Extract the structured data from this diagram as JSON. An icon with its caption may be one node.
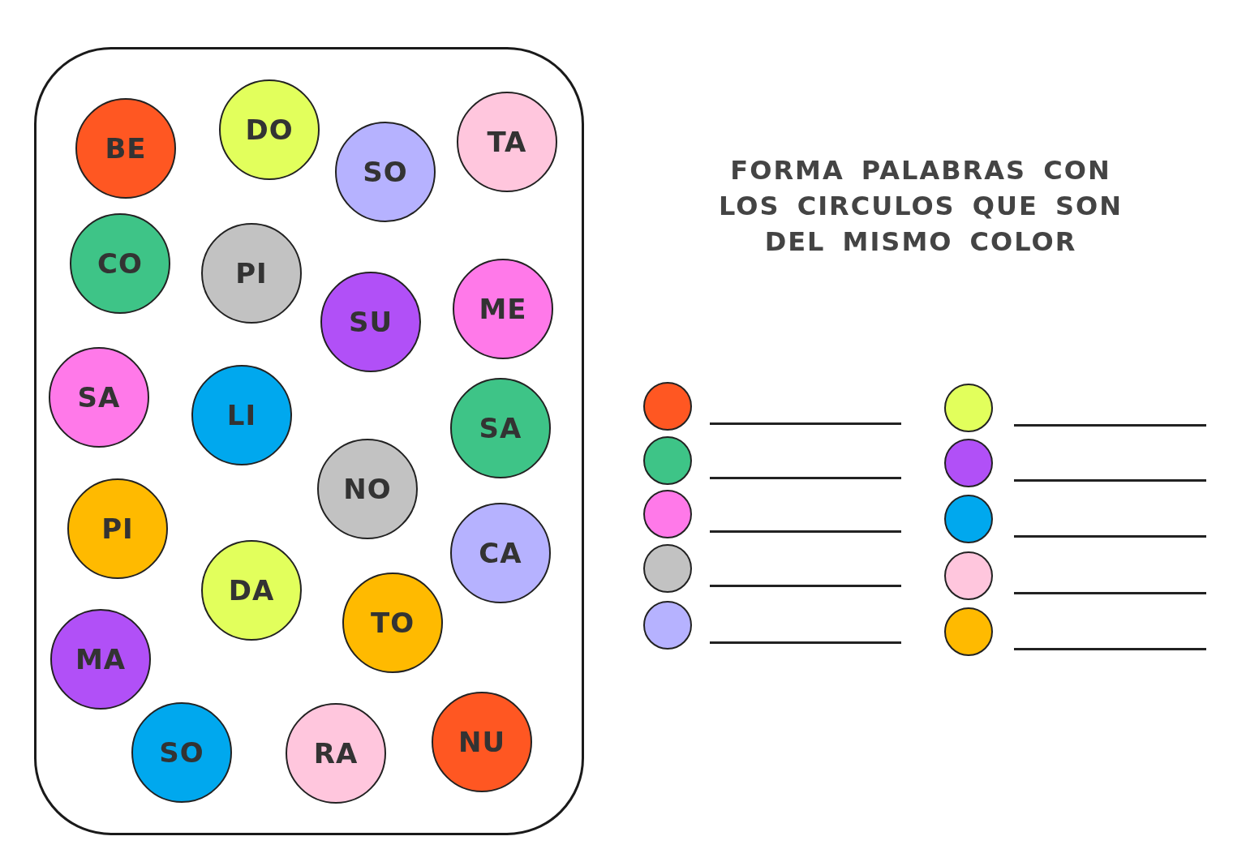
{
  "diagram": {
    "title": "FORMA PALABRAS CON LOS CIRCULOS QUE SON DEL MISMO COLOR",
    "nodes": [
      {
        "text": [],
        "shape": "box"
      },
      {
        "text": [
          "BE"
        ],
        "in": 0
      },
      {
        "text": [
          "DO"
        ],
        "in": 0
      },
      {
        "text": [
          "SO"
        ],
        "in": 0
      },
      {
        "text": [
          "TA"
        ],
        "in": 0
      },
      {
        "text": [
          "CO"
        ],
        "in": 0
      },
      {
        "text": [
          "PI"
        ],
        "in": 0
      },
      {
        "text": [
          "SU"
        ],
        "in": 0
      },
      {
        "text": [
          "ME"
        ],
        "in": 0
      },
      {
        "text": [
          "SA"
        ],
        "in": 0
      },
      {
        "text": [
          "LI"
        ],
        "in": 0
      },
      {
        "text": [
          "SA"
        ],
        "in": 0
      },
      {
        "text": [
          "NO"
        ],
        "in": 0
      },
      {
        "text": [
          "PI"
        ],
        "in": 0
      },
      {
        "text": [
          "CA"
        ],
        "in": 0
      },
      {
        "text": [
          "DA"
        ],
        "in": 0
      },
      {
        "text": [
          "TO"
        ],
        "in": 0
      },
      {
        "text": [
          "MA"
        ],
        "in": 0
      },
      {
        "text": [
          "SO"
        ],
        "in": 0
      },
      {
        "text": [
          "RA"
        ],
        "in": 0
      },
      {
        "text": [
          "NU"
        ],
        "in": 0
      },
      {
        "text": [],
        "shape": "circle"
      },
      {
        "text": [],
        "shape": "circle"
      },
      {
        "text": [],
        "shape": "circle"
      },
      {
        "text": [],
        "shape": "circle"
      },
      {
        "text": [],
        "shape": "circle"
      },
      {
        "text": [],
        "shape": "circle"
      },
      {
        "text": [],
        "shape": "circle"
      },
      {
        "text": [],
        "shape": "circle"
      },
      {
        "text": [],
        "shape": "circle"
      },
      {
        "text": [],
        "shape": "circle"
      }
    ],
    "edges": []
  }
}
